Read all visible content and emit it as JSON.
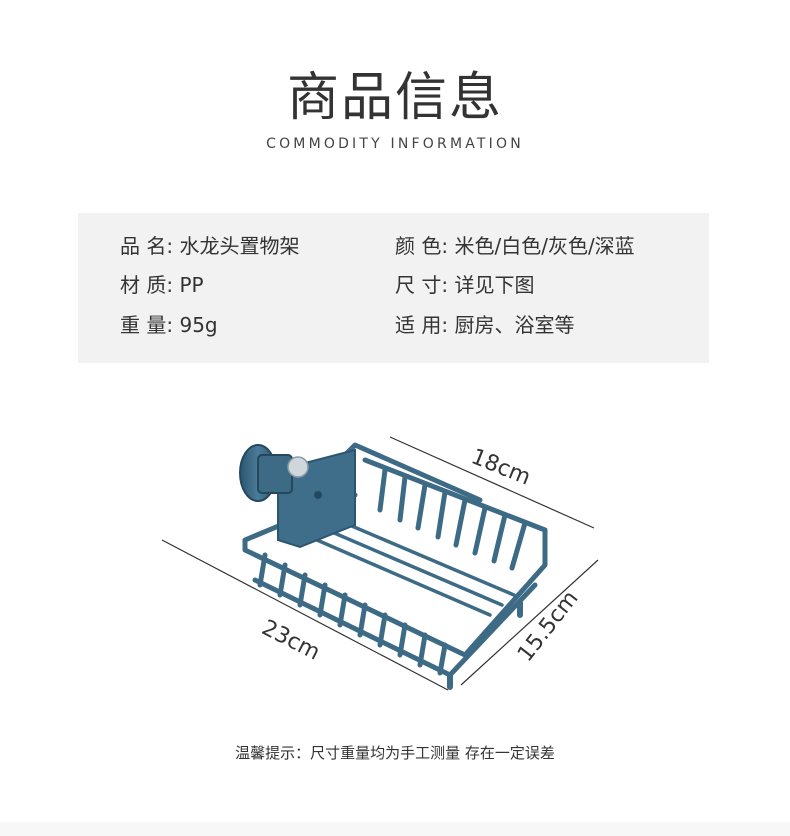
{
  "header": {
    "title": "商品信息",
    "subtitle": "COMMODITY INFORMATION"
  },
  "info": {
    "left": [
      {
        "label": "品 名:",
        "value": "水龙头置物架"
      },
      {
        "label": "材 质:",
        "value": "PP"
      },
      {
        "label": "重 量:",
        "value": "95g"
      }
    ],
    "right": [
      {
        "label": "颜 色:",
        "value": "米色/白色/灰色/深蓝"
      },
      {
        "label": "尺 寸:",
        "value": "详见下图"
      },
      {
        "label": "适 用:",
        "value": "厨房、浴室等"
      }
    ]
  },
  "dimensions": {
    "length": "23cm",
    "depth": "18cm",
    "height": "15.5cm"
  },
  "note": "温馨提示：尺寸重量均为手工测量 存在一定误差",
  "colors": {
    "rack": "#3d6b86",
    "rack_dark": "#2c5570",
    "box_bg": "#f2f2f2"
  }
}
